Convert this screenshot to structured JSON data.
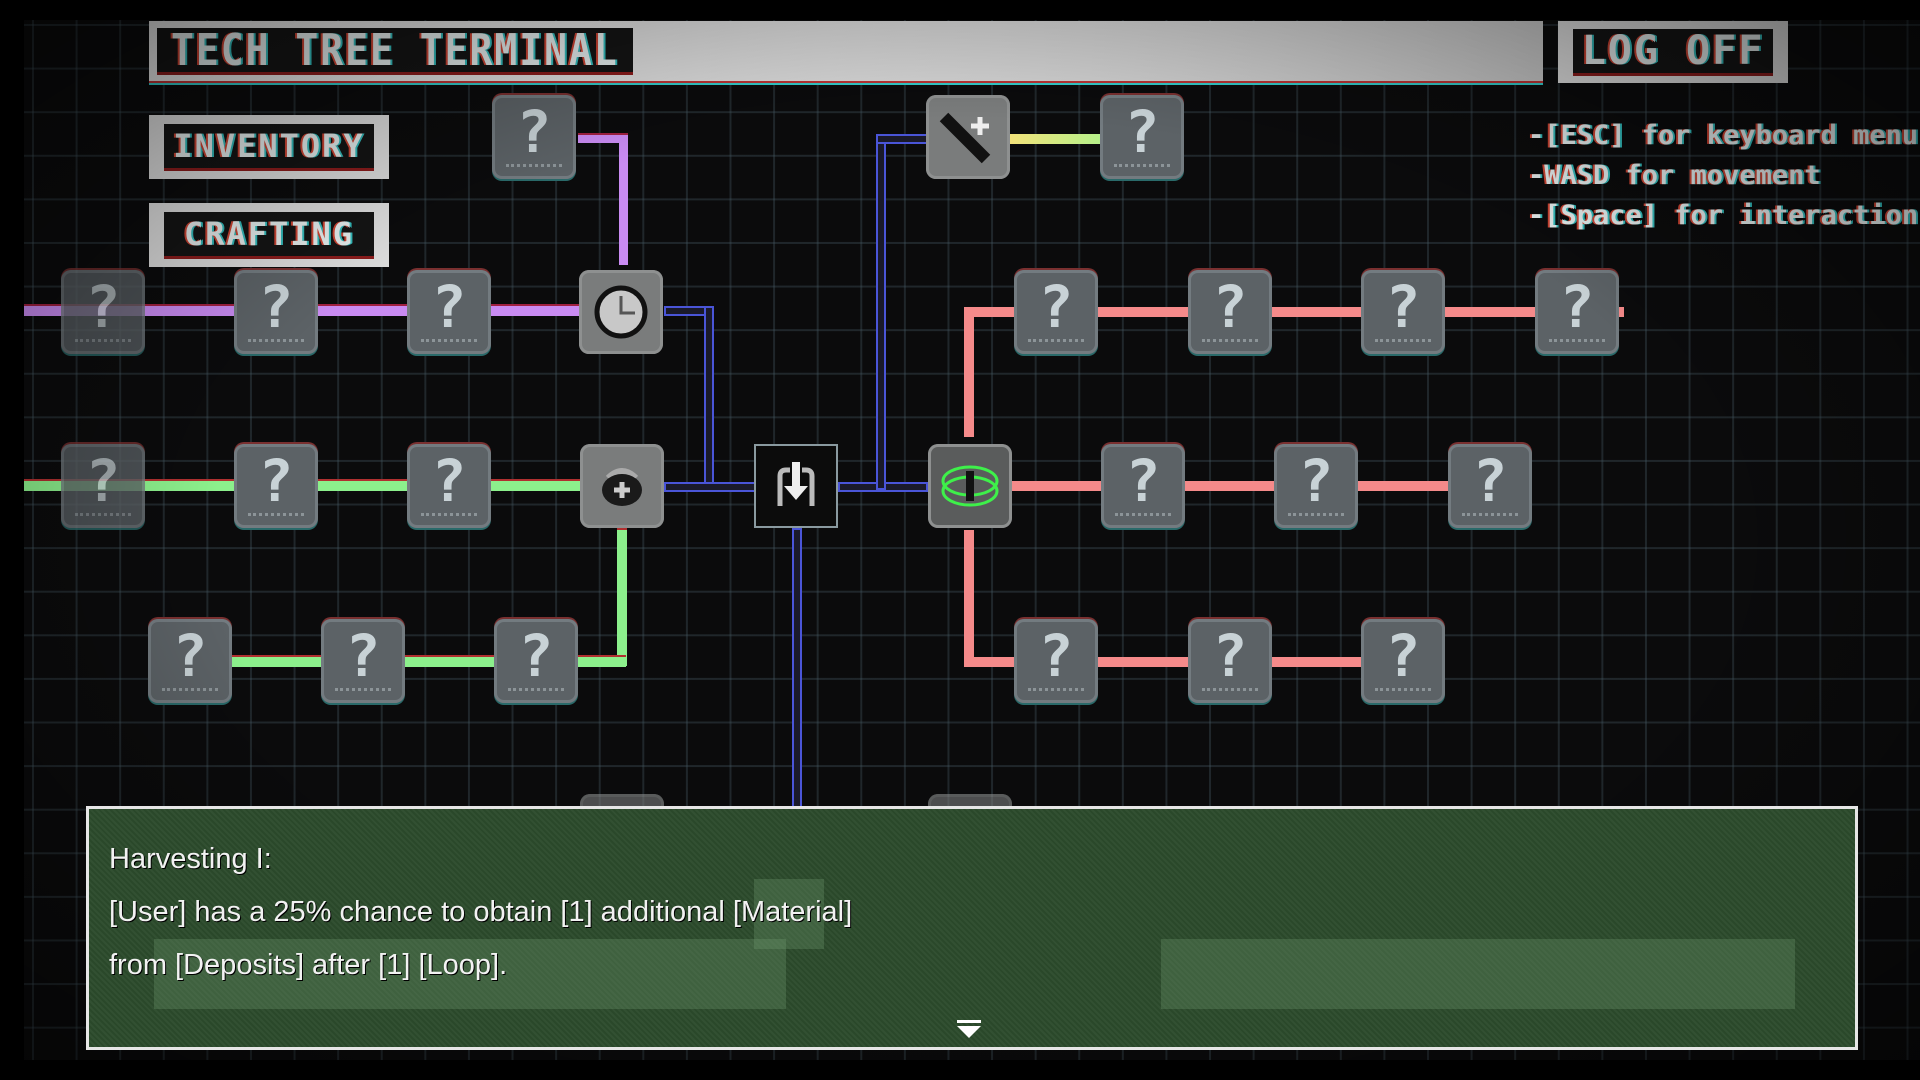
{
  "header": {
    "title": "TECH TREE TERMINAL",
    "logoff_label": "LOG OFF"
  },
  "sidebar": {
    "inventory_label": "INVENTORY",
    "crafting_label": "CRAFTING"
  },
  "hints": [
    "-[ESC] for keyboard menu",
    "-WASD for movement",
    "-[Space] for interaction"
  ],
  "tree": {
    "locked_glyph": "?",
    "colors": {
      "purple_branch": "#c98bf2",
      "green_branch": "#8cf08c",
      "red_branch": "#f58a8a",
      "blue_trunk": "#4a55d8",
      "yellow_link": "#f2e27a"
    },
    "center_node": "harvest-arrow-icon",
    "known_nodes": [
      "clock-icon",
      "medkit-icon",
      "rifle-plus-icon",
      "green-ring-icon"
    ]
  },
  "dialog": {
    "title": "Harvesting I:",
    "line1": "[User] has a 25% chance to obtain [1] additional [Material]",
    "line2": "from [Deposits] after [1] [Loop]."
  }
}
